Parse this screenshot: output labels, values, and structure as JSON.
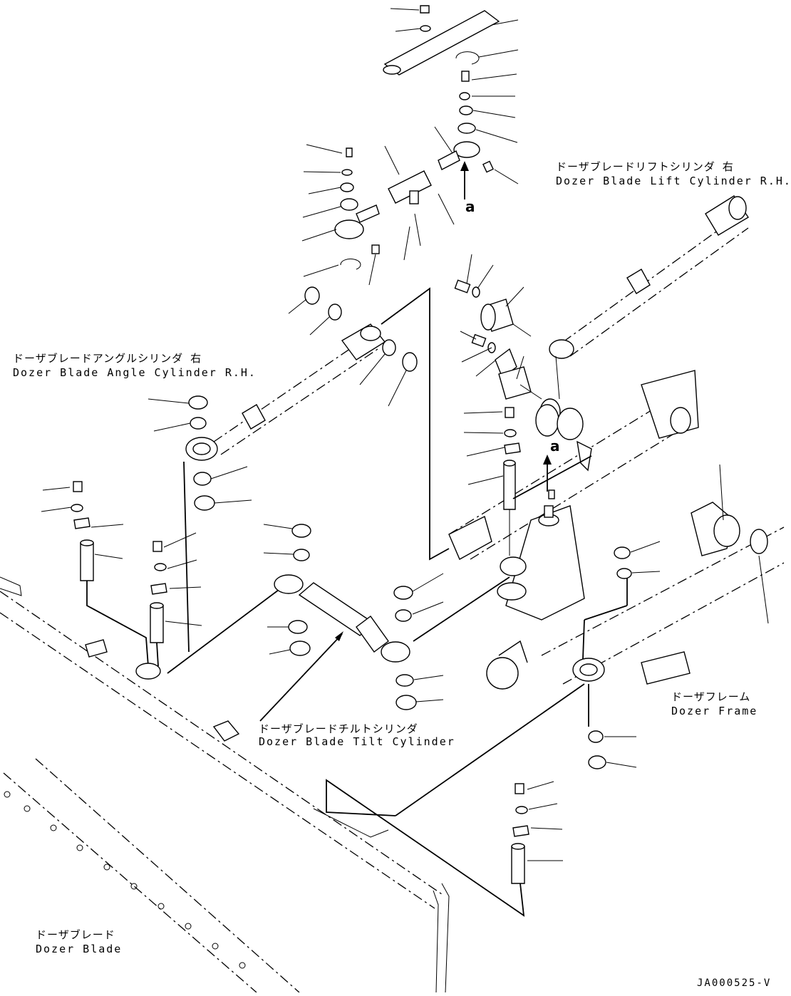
{
  "labels": {
    "lift_cylinder_jp": "ドーザブレードリフトシリンダ 右",
    "lift_cylinder_en": "Dozer Blade Lift Cylinder R.H.",
    "angle_cylinder_jp": "ドーザブレードアングルシリンダ 右",
    "angle_cylinder_en": "Dozer Blade Angle Cylinder R.H.",
    "tilt_cylinder_jp": "ドーザブレードチルトシリンダ",
    "tilt_cylinder_en": "Dozer Blade Tilt Cylinder",
    "frame_jp": "ドーザフレーム",
    "frame_en": "Dozer Frame",
    "blade_jp": "ドーザブレード",
    "blade_en": "Dozer Blade"
  },
  "view_markers": [
    "a",
    "a"
  ],
  "drawing_code": "JA000525-V"
}
